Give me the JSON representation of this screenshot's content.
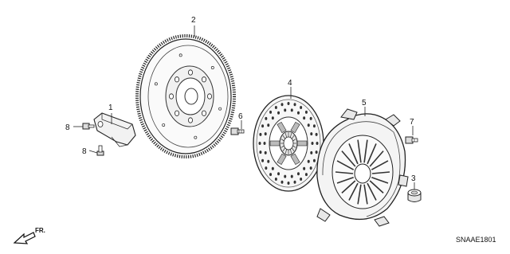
{
  "diagram": {
    "callouts": {
      "p1": "1",
      "p2": "2",
      "p3": "3",
      "p4": "4",
      "p5": "5",
      "p6": "6",
      "p7": "7",
      "p8a": "8",
      "p8b": "8"
    },
    "direction_label": "FR.",
    "diagram_code": "SNAAE1801"
  }
}
